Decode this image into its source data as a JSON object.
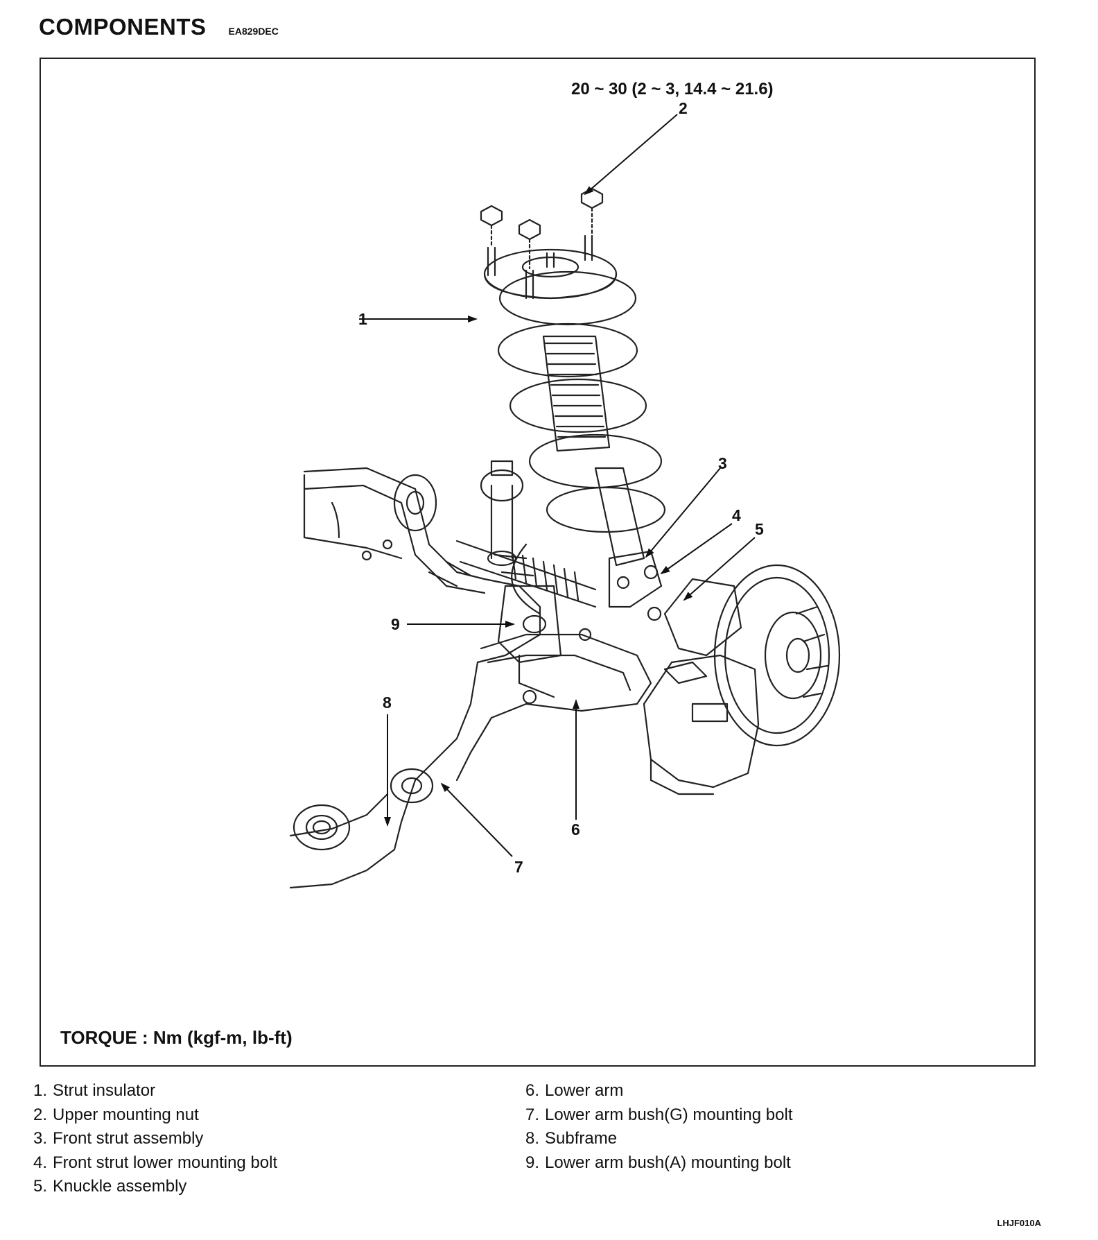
{
  "header": {
    "title": "COMPONENTS",
    "code": "EA829DEC"
  },
  "diagram": {
    "torque_spec": "20 ~ 30 (2 ~ 3, 14.4 ~ 21.6)",
    "torque_units": "TORQUE : Nm (kgf-m, lb-ft)",
    "callouts": [
      "1",
      "2",
      "3",
      "4",
      "5",
      "6",
      "7",
      "8",
      "9"
    ]
  },
  "legend": {
    "left": [
      {
        "num": "1.",
        "label": "Strut insulator"
      },
      {
        "num": "2.",
        "label": "Upper mounting nut"
      },
      {
        "num": "3.",
        "label": "Front strut assembly"
      },
      {
        "num": "4.",
        "label": "Front strut lower mounting bolt"
      },
      {
        "num": "5.",
        "label": "Knuckle assembly"
      }
    ],
    "right": [
      {
        "num": "6.",
        "label": "Lower arm"
      },
      {
        "num": "7.",
        "label": "Lower arm bush(G) mounting bolt"
      },
      {
        "num": "8.",
        "label": "Subframe"
      },
      {
        "num": "9.",
        "label": "Lower arm bush(A) mounting bolt"
      }
    ]
  },
  "figure_code": "LHJF010A"
}
